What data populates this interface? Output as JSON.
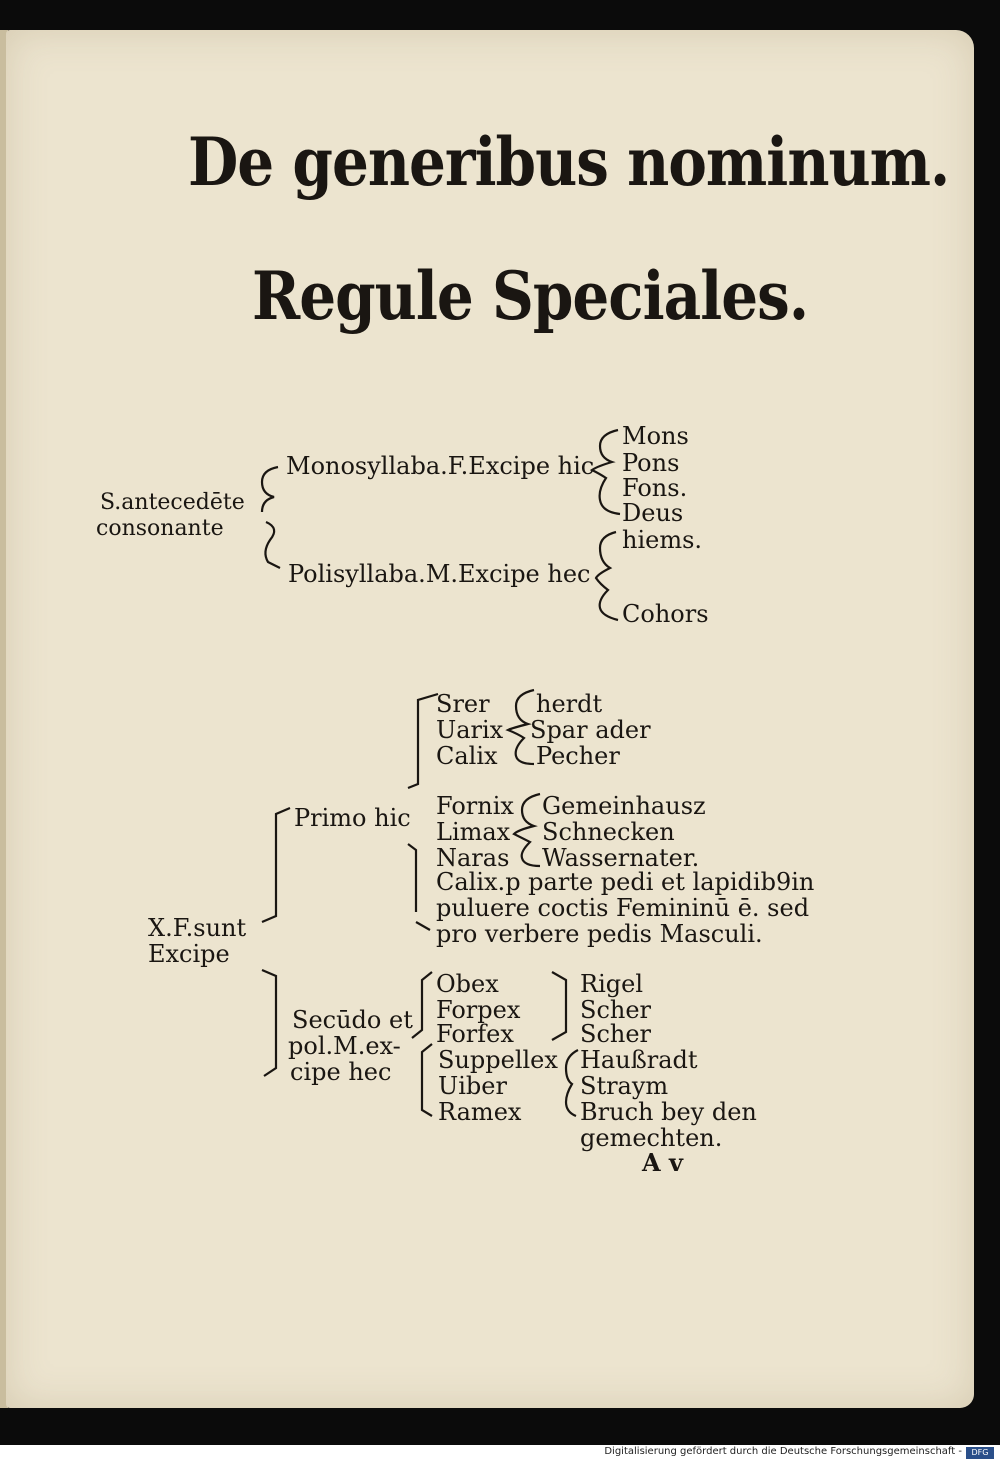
{
  "header": {
    "title": "De generibus nominum.",
    "subtitle": "Regule Speciales."
  },
  "rule1": {
    "root": [
      "S.antecedēte",
      "consonante"
    ],
    "branch1": "Monosyllaba.F.Excipe hic",
    "branch1_items": [
      "Mons",
      "Pons",
      "Fons.",
      "Deus"
    ],
    "branch2": "Polisyllaba.M.Excipe hec",
    "branch2_items": [
      "hiems.",
      "Cohors"
    ]
  },
  "rule2": {
    "root": [
      "X.F.sunt",
      "Excipe"
    ],
    "primo": "Primo hic",
    "group1_latin": [
      "Srer",
      "Uarix",
      "Calix"
    ],
    "group1_german": [
      "herdt",
      "Spar ader",
      "Pecher"
    ],
    "group2_latin": [
      "Fornix",
      "Limax",
      "Naras"
    ],
    "group2_german": [
      "Gemeinhausz",
      "Schnecken",
      "Wassernater."
    ],
    "note": [
      "Calix.p parte pedi et lapidib9in",
      "puluere coctis Femininū ē. sed",
      "pro verbere pedis Masculi."
    ],
    "secundo": [
      "Secūdo et",
      "pol.M.ex-",
      "cipe hec"
    ],
    "group3_latin": [
      "Obex",
      "Forpex",
      "Forfex"
    ],
    "group3_german": [
      "Rigel",
      "Scher",
      "Scher"
    ],
    "group4_latin": [
      "Suppellex",
      "Uiber",
      "Ramex"
    ],
    "group4_german": [
      "Haußradt",
      "Straym",
      "Bruch bey den",
      "gemechten."
    ],
    "signature": "A v"
  },
  "footer": {
    "text": "Digitalisierung gefördert durch die Deutsche Forschungsgemeinschaft -",
    "logo": "DFG"
  }
}
